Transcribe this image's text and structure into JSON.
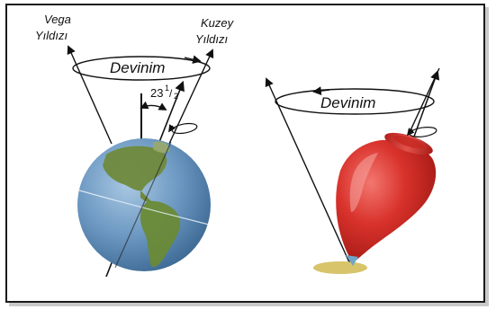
{
  "figure": {
    "earth": {
      "vega_label_line1": "Vega",
      "vega_label_line2": "Yıldızı",
      "kuzey_label_line1": "Kuzey",
      "kuzey_label_line2": "Yıldızı",
      "precession_label": "Devinim",
      "tilt_whole": "23",
      "tilt_numerator": "1",
      "tilt_slash": "/",
      "tilt_denominator": "2",
      "tilt_degree": "°"
    },
    "top": {
      "precession_label": "Devinim"
    }
  },
  "colors": {
    "frame_border": "#1a1a1a",
    "ocean": "#5f8fb8",
    "land": "#6f8a3c",
    "spinning_top": "#d32a26",
    "ground_shadow": "#d8c46a"
  }
}
